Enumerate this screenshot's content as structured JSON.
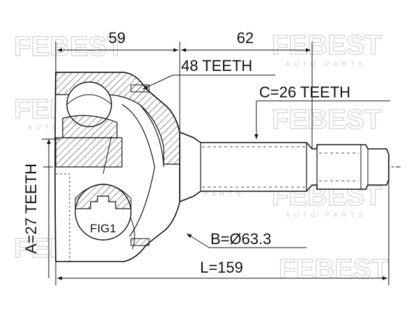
{
  "diagram": {
    "dimensions": {
      "left_length": "59",
      "right_length": "62",
      "outer_teeth": "48 TEETH",
      "shaft_teeth": "C=26 TEETH",
      "inner_teeth": "A=27 TEETH",
      "diameter": "B=Ø63.3",
      "total_length": "L=159",
      "figure_label": "FIG1"
    },
    "watermark": {
      "brand": "FEBEST",
      "tagline": "AUTO PARTS"
    },
    "colors": {
      "line": "#111111",
      "hatch": "#222222",
      "watermark": "#d2d2d2"
    }
  }
}
